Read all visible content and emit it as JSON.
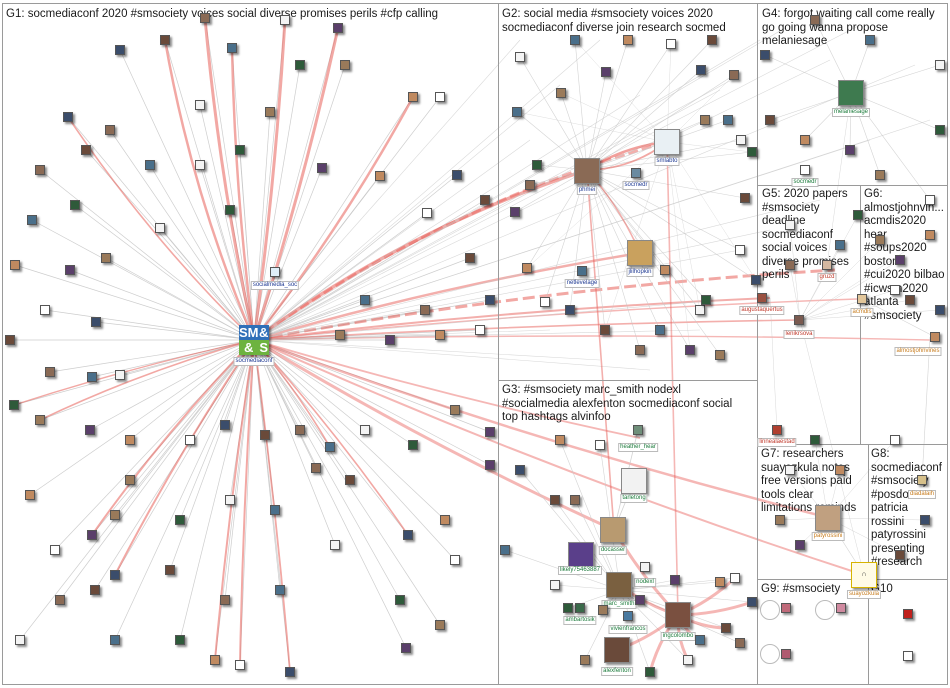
{
  "colors": {
    "edge_gray": "#c8c8c8",
    "edge_red": "#e8605a",
    "panel_border": "#9a9a9a",
    "hub_blue": "#2f6fb8",
    "hub_green": "#6db33f",
    "label_blue": "#1f3a93",
    "label_green": "#1a7a3a",
    "label_red": "#c0392b",
    "label_orange": "#c77c1e"
  },
  "groups": {
    "g1": {
      "title": "G1: socmediaconf 2020 #smsociety voices social diverse promises perils #cfp calling"
    },
    "g2": {
      "title": "G2: social media #smsociety voices 2020\nsocmediaconf diverse join research socmed"
    },
    "g3": {
      "title": "G3: #smsociety marc_smith nodexl\n#socialmedia alexfenton socmediaconf social\ntop hashtags alvinfoo"
    },
    "g4": {
      "title": "G4: forgot waiting call come really\ngo going wanna propose\nmelaniesage"
    },
    "g5": {
      "title": "G5: 2020 papers\n#smsociety\ndeadline\nsocmediaconf\nsocial voices\ndiverse promises\nperils"
    },
    "g6": {
      "title": "G6:\nalmostjohnvin...\nacmdis2020\nhear\n#soups2020\nboston\n#cui2020 bilbao\n#icwsm2020\natlanta\n#smsociety"
    },
    "g7": {
      "title": "G7: researchers\nsuayozkula notes\nfree versions paid\ntools clear\nlimitations reminds"
    },
    "g8": {
      "title": "G8:\nsocmediaconf\n#smsociety\n#posdoc\npatricia\nrossini\npatyrossini\npresenting\n#research"
    },
    "g9": {
      "title": "G9: #smsociety"
    },
    "g10": {
      "title": "G10"
    }
  },
  "hub": {
    "text": [
      "SM",
      "&",
      "&",
      "S"
    ],
    "label": "socmediaconf"
  },
  "node_labels": {
    "socialmedia_soc": "socialmedia_soc",
    "phmei": "phmei",
    "smlabto": "smlabto",
    "socmedr": "socmedr",
    "jlilhopkin": "jlilhopkin",
    "netlevelage": "netlevelage",
    "melaniesage": "melaniesage",
    "gruzd": "gruzd",
    "augustaquertus": "augustaquertus",
    "lenikrsova": "lenikrsova",
    "almostjohnvines": "almostjohnvines",
    "acmdis": "acmdis",
    "heather_hear": "heather_hear",
    "tarletong": "tarletong",
    "docasser": "docasser",
    "likely": "likely75463887",
    "nodexl": "nodexl",
    "marc_smith": "marc_smith",
    "vivienfrancos": "vivienfrancos",
    "ambartosik": "ambartosik",
    "ingcolombo": "ingcolombo",
    "alexfenton": "alexfenton",
    "linnealaestad": "linnealaestad",
    "patyrossini": "patyrossini",
    "suayozkula": "suayozkula",
    "diadalaih": "diadalaih",
    "socmedr2": "socmedr"
  }
}
